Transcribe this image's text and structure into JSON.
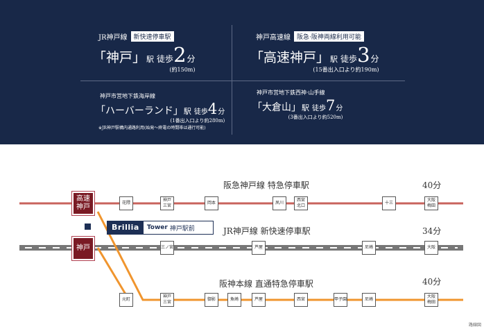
{
  "access": {
    "jr": {
      "line": "JR神戸線",
      "badge": "新快速停車駅",
      "quote_open": "「",
      "name": "神戸",
      "quote_close": "」",
      "station_suffix": "駅",
      "walk": "徒歩",
      "minutes": "2",
      "unit": "分",
      "distance": "(約150m)"
    },
    "kosoku": {
      "line": "神戸高速線",
      "badge": "阪急·阪神両線利用可能",
      "quote_open": "「",
      "name": "高速神戸",
      "quote_close": "」",
      "station_suffix": "駅",
      "walk": "徒歩",
      "minutes": "3",
      "unit": "分",
      "distance": "(15番出入口より約190m)"
    },
    "harborland": {
      "line": "神戸市営地下鉄海岸線",
      "quote_open": "「",
      "name": "ハーバーランド",
      "quote_close": "」",
      "station_suffix": "駅",
      "walk": "徒歩",
      "minutes": "4",
      "unit": "分",
      "distance": "(1番出入口より約280m)",
      "note": "※JR神戸駅構内通路利用(始発〜終電の時間帯は通行可能)"
    },
    "okurayama": {
      "line": "神戸市営地下鉄西神·山手線",
      "quote_open": "「",
      "name": "大倉山",
      "quote_close": "」",
      "station_suffix": "駅",
      "walk": "徒歩",
      "minutes": "7",
      "unit": "分",
      "distance": "(3番出入口より約520m)"
    }
  },
  "diagram": {
    "hankyu": {
      "label": "阪急神戸線 特急停車駅",
      "minutes": "40分",
      "color": "#c8635c",
      "stations": [
        "花隈",
        "神戸\n三宮",
        "岡本",
        "夙川",
        "西宮\n北口",
        "十三",
        "大阪\n梅田"
      ]
    },
    "jr": {
      "label": "JR神戸線 新快速停車駅",
      "minutes": "34分",
      "color": "#777777",
      "stations": [
        "三ノ宮",
        "芦屋",
        "尼崎",
        "大阪"
      ]
    },
    "hanshin": {
      "label": "阪神本線 直通特急停車駅",
      "minutes": "40分",
      "color": "#f0952e",
      "stations": [
        "元町",
        "神戸\n三宮",
        "御影",
        "魚崎",
        "芦屋",
        "西宮",
        "甲子園",
        "尼崎",
        "大阪\n梅田"
      ]
    },
    "main_stations": {
      "kosoku": "高速\n神戸",
      "kobe": "神戸"
    },
    "property": {
      "brand": "Brillia",
      "tower": "Tower",
      "location": "神戸駅前"
    },
    "caption": "路線図"
  }
}
